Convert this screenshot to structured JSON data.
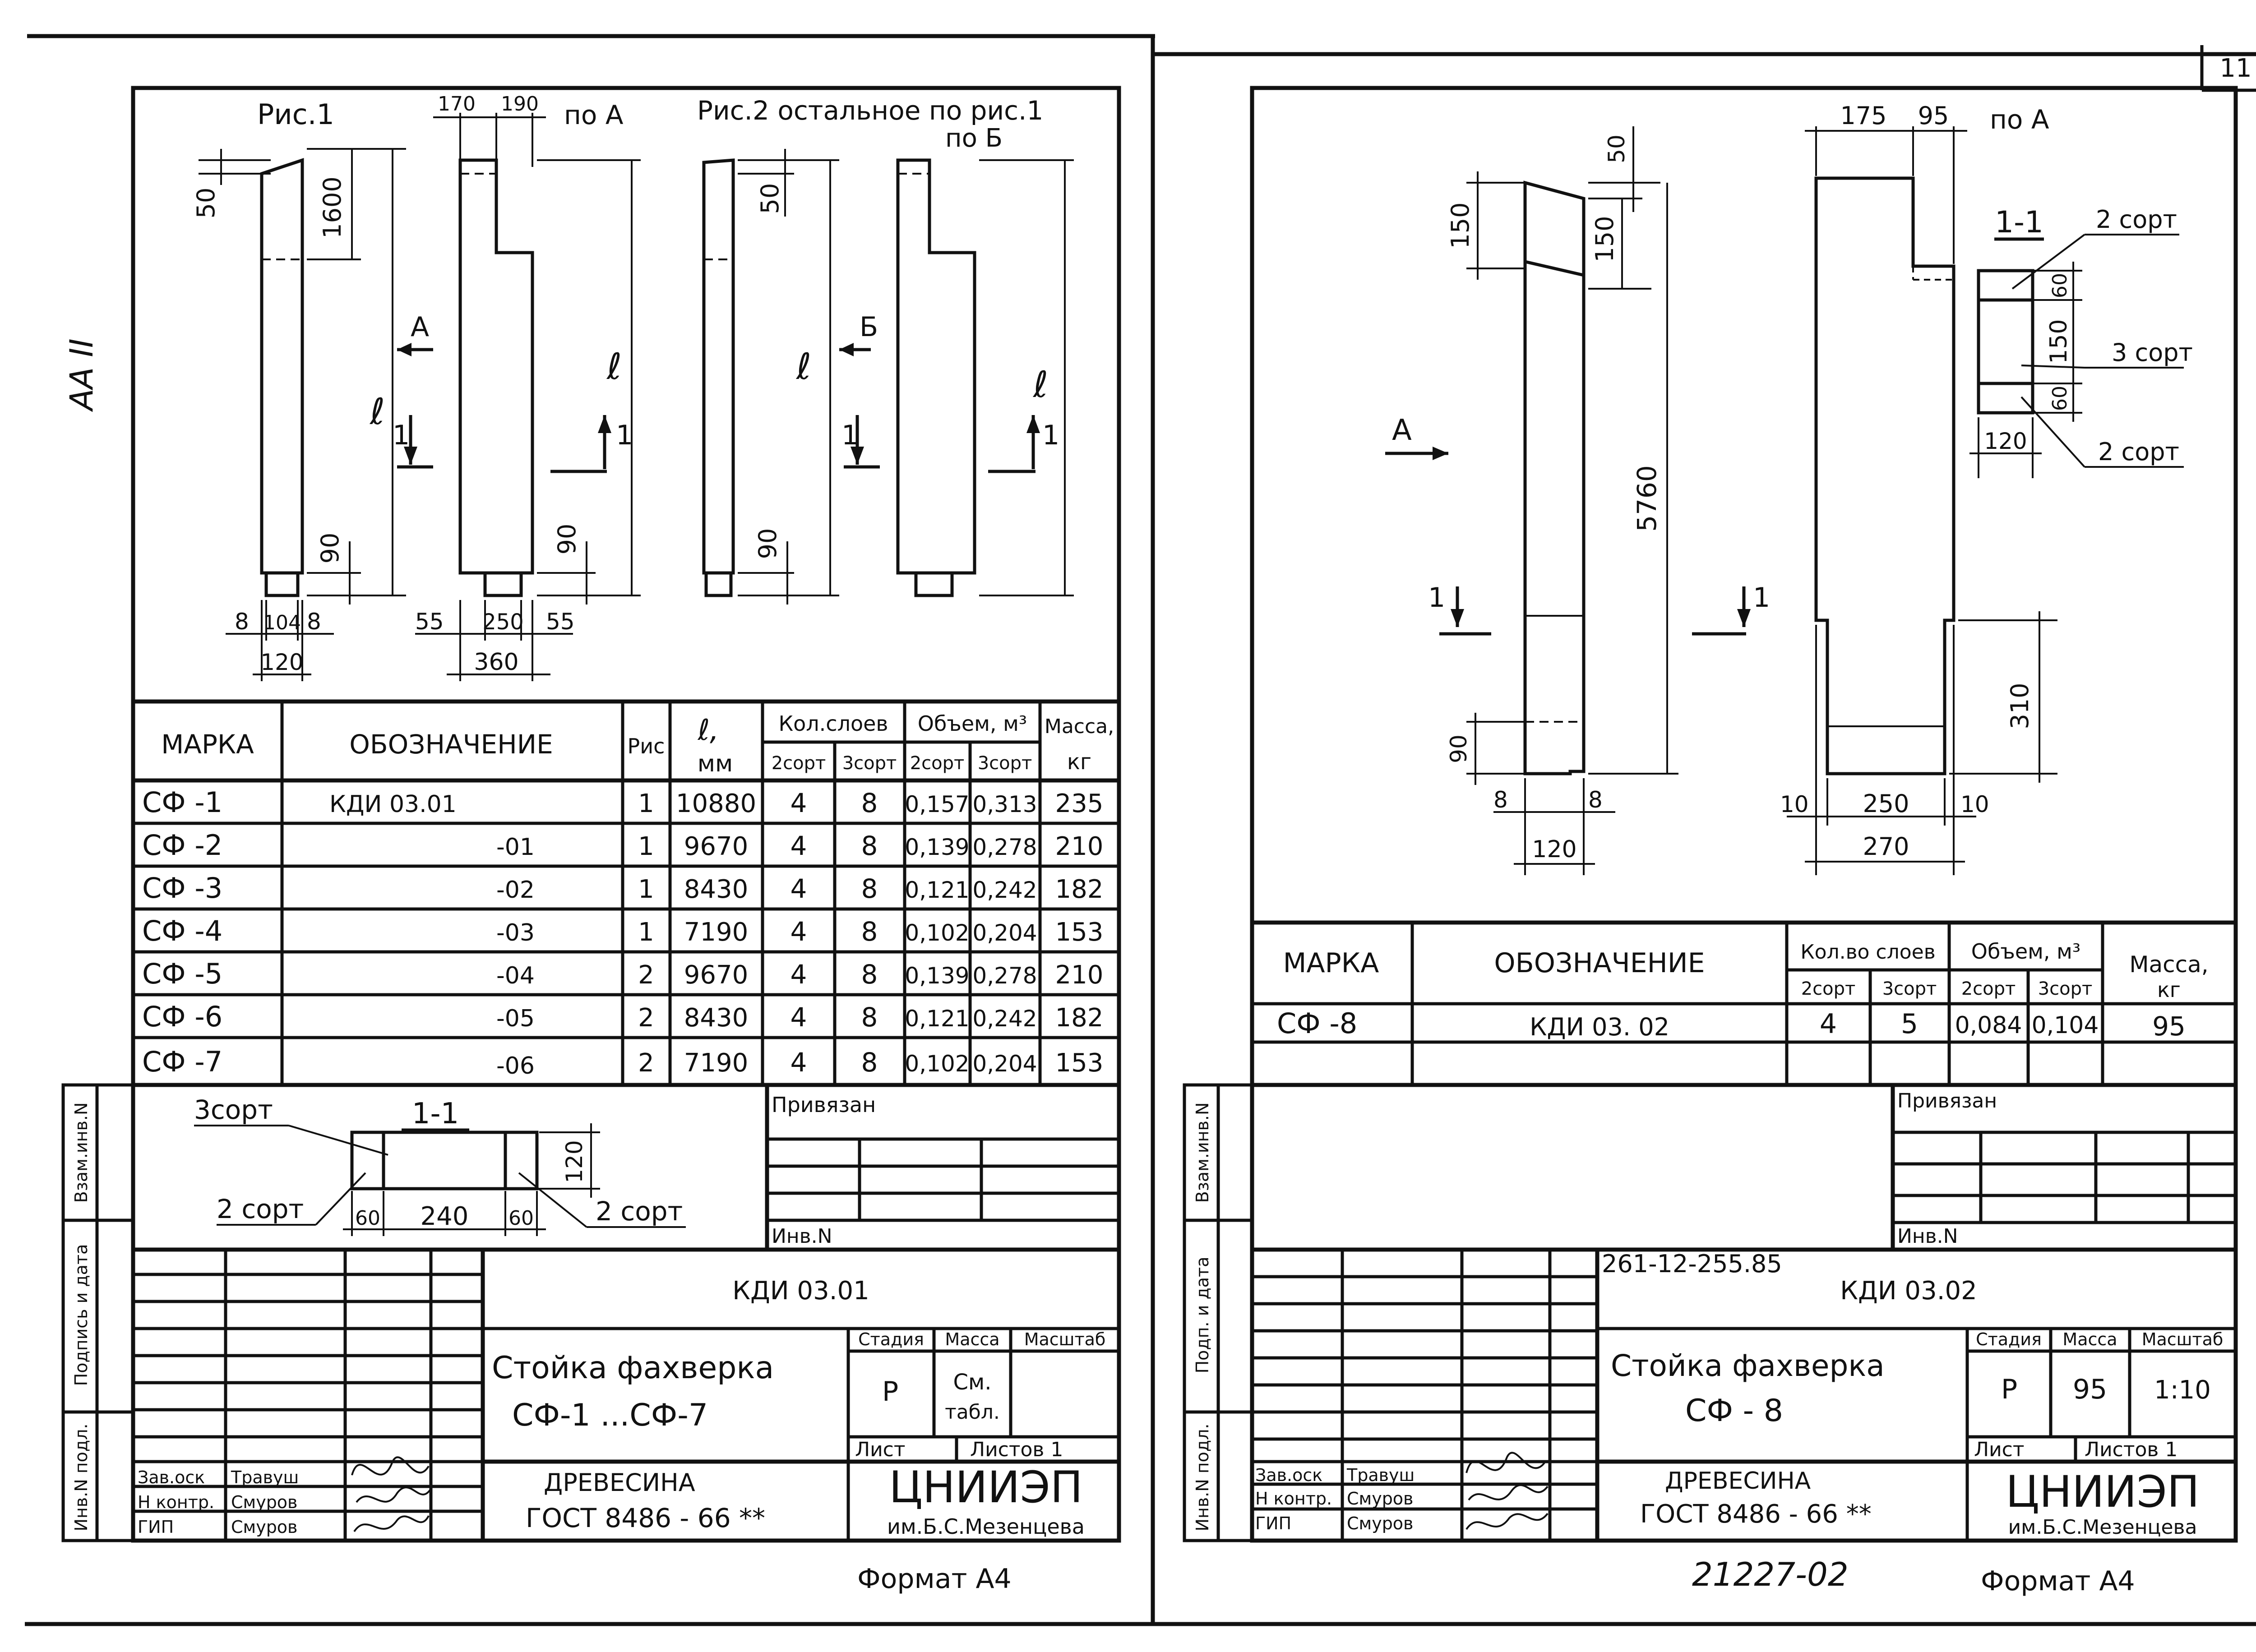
{
  "page_number": "11",
  "side_stamp": "АА II",
  "left_sheet": {
    "fig1_title": "Рис.1",
    "fig2_title": "Рис.2  остальное по рис.1",
    "view_a": "по А",
    "view_b": "по Б",
    "dims": {
      "d170": "170",
      "d190": "190",
      "d50a": "50",
      "d1600": "1600",
      "d50b": "50",
      "d90a": "90",
      "d90b": "90",
      "d90c": "90",
      "d8a": "8",
      "d104": "104",
      "d8b": "8",
      "d120": "120",
      "d55a": "55",
      "d250": "250",
      "d55b": "55",
      "d360": "360"
    },
    "ell": "ℓ",
    "arrow_a": "А",
    "arrow_b": "Б",
    "sec1": "1",
    "table": {
      "headers": {
        "mark": "МАРКА",
        "designation": "ОБОЗНАЧЕНИЕ",
        "fig": "Рис",
        "length": "ℓ,",
        "length_unit": "мм",
        "layers": "Кол.слоев",
        "volume": "Объем, м³",
        "mass": "Масса,",
        "mass_unit": "кг",
        "grade2": "2сорт",
        "grade3": "3сорт"
      },
      "rows": [
        {
          "mark": "СФ -1",
          "designation": "КДИ 03.01",
          "fig": "1",
          "length": "10880",
          "l2": "4",
          "l3": "8",
          "v2": "0,157",
          "v3": "0,313",
          "mass": "235"
        },
        {
          "mark": "СФ -2",
          "designation": "-01",
          "fig": "1",
          "length": "9670",
          "l2": "4",
          "l3": "8",
          "v2": "0,139",
          "v3": "0,278",
          "mass": "210"
        },
        {
          "mark": "СФ -3",
          "designation": "-02",
          "fig": "1",
          "length": "8430",
          "l2": "4",
          "l3": "8",
          "v2": "0,121",
          "v3": "0,242",
          "mass": "182"
        },
        {
          "mark": "СФ -4",
          "designation": "-03",
          "fig": "1",
          "length": "7190",
          "l2": "4",
          "l3": "8",
          "v2": "0,102",
          "v3": "0,204",
          "mass": "153"
        },
        {
          "mark": "СФ -5",
          "designation": "-04",
          "fig": "2",
          "length": "9670",
          "l2": "4",
          "l3": "8",
          "v2": "0,139",
          "v3": "0,278",
          "mass": "210"
        },
        {
          "mark": "СФ -6",
          "designation": "-05",
          "fig": "2",
          "length": "8430",
          "l2": "4",
          "l3": "8",
          "v2": "0,121",
          "v3": "0,242",
          "mass": "182"
        },
        {
          "mark": "СФ -7",
          "designation": "-06",
          "fig": "2",
          "length": "7190",
          "l2": "4",
          "l3": "8",
          "v2": "0,102",
          "v3": "0,204",
          "mass": "153"
        }
      ]
    },
    "section": {
      "title": "1-1",
      "grade3": "3сорт",
      "grade2_left": "2 сорт",
      "grade2_right": "2 сорт",
      "d60a": "60",
      "d240": "240",
      "d60b": "60",
      "d120": "120"
    },
    "privyazan": "Привязан",
    "inv_n": "Инв.N",
    "margin_labels": [
      "Инв.N подл.",
      "Подпись и дата",
      "Взам.инв.N"
    ],
    "code": "КДИ 03.01",
    "title_line1": "Стойка фахверка",
    "title_line2": "СФ-1 ...СФ-7",
    "stage_hdr": "Стадия",
    "mass_hdr": "Масса",
    "scale_hdr": "Масштаб",
    "stage": "Р",
    "mass_val1": "См.",
    "mass_val2": "табл.",
    "sheet_lbl": "Лист",
    "sheets_lbl": "Листов 1",
    "material": "ДРЕВЕСИНА",
    "gost": "ГОСТ 8486 - 66 **",
    "org": "ЦНИИЭП",
    "org_sub": "им.Б.С.Мезенцева",
    "staff": [
      {
        "role": "Зав.оск",
        "name": "Травуш"
      },
      {
        "role": "Н контр.",
        "name": "Смуров"
      },
      {
        "role": "ГИП",
        "name": "Смуров"
      }
    ],
    "format": "Формат А4"
  },
  "right_sheet": {
    "view_a": "по А",
    "arrow_a": "А",
    "sec1": "1",
    "dims": {
      "d175": "175",
      "d95": "95",
      "d50": "50",
      "d150a": "150",
      "d150b": "150",
      "d5760": "5760",
      "d90": "90",
      "d8a": "8",
      "d8b": "8",
      "d120": "120",
      "d10a": "10",
      "d250": "250",
      "d10b": "10",
      "d270": "270",
      "d310": "310"
    },
    "section": {
      "title": "1-1",
      "grade2_top": "2 сорт",
      "grade3": "3 сорт",
      "grade2_bottom": "2 сорт",
      "d60a": "60",
      "d150": "150",
      "d60b": "60",
      "d120": "120"
    },
    "table": {
      "headers": {
        "mark": "МАРКА",
        "designation": "ОБОЗНАЧЕНИЕ",
        "layers": "Кол.во слоев",
        "volume": "Объем, м³",
        "mass": "Масса,",
        "mass_unit": "кг",
        "grade2": "2сорт",
        "grade3": "3сорт"
      },
      "rows": [
        {
          "mark": "СФ -8",
          "designation": "КДИ 03. 02",
          "l2": "4",
          "l3": "5",
          "v2": "0,084",
          "v3": "0,104",
          "mass": "95"
        }
      ]
    },
    "privyazan": "Привязан",
    "inv_n": "Инв.N",
    "margin_labels": [
      "Инв.N подл.",
      "Подп. и дата",
      "Взам.инв.N"
    ],
    "doc_number": "261-12-255.85",
    "code": "КДИ 03.02",
    "title_line1": "Стойка фахверка",
    "title_line2": "СФ - 8",
    "stage_hdr": "Стадия",
    "mass_hdr": "Масса",
    "scale_hdr": "Масштаб",
    "stage": "Р",
    "mass_val": "95",
    "scale": "1:10",
    "sheet_lbl": "Лист",
    "sheets_lbl": "Листов 1",
    "material": "ДРЕВЕСИНА",
    "gost": "ГОСТ 8486 - 66 **",
    "org": "ЦНИИЭП",
    "org_sub": "им.Б.С.Мезенцева",
    "staff": [
      {
        "role": "Зав.оск",
        "name": "Травуш"
      },
      {
        "role": "Н контр.",
        "name": "Смуров"
      },
      {
        "role": "ГИП",
        "name": "Смуров"
      }
    ],
    "inventory_number": "21227-02",
    "format": "Формат А4"
  }
}
